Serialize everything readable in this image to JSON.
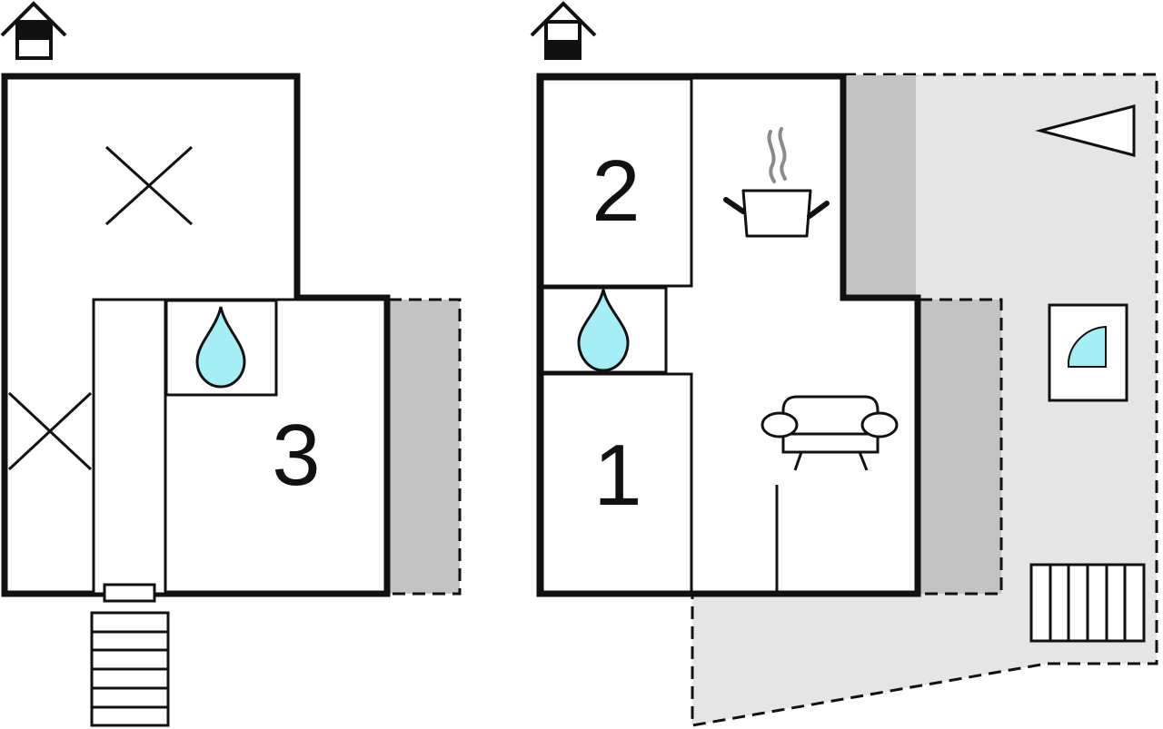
{
  "rooms": {
    "bedroom_1": {
      "number": "1"
    },
    "bedroom_2": {
      "number": "2"
    },
    "bedroom_3": {
      "number": "3"
    }
  },
  "icons": {
    "floor_indicator": "house-floor-icon",
    "bathroom": "water-drop-icon",
    "kitchen": "cooking-pot-icon",
    "living_room": "sofa-icon",
    "terrace": "triangle-icon",
    "shower": "shower-icon",
    "stairs": "stairs-icon",
    "void": "open-void-icon"
  },
  "colors": {
    "wall": "#111111",
    "water": "#a5eef5",
    "terrace": "#e5e5e5",
    "balcony": "#c3c3c3",
    "steam": "#8a8a8a"
  }
}
